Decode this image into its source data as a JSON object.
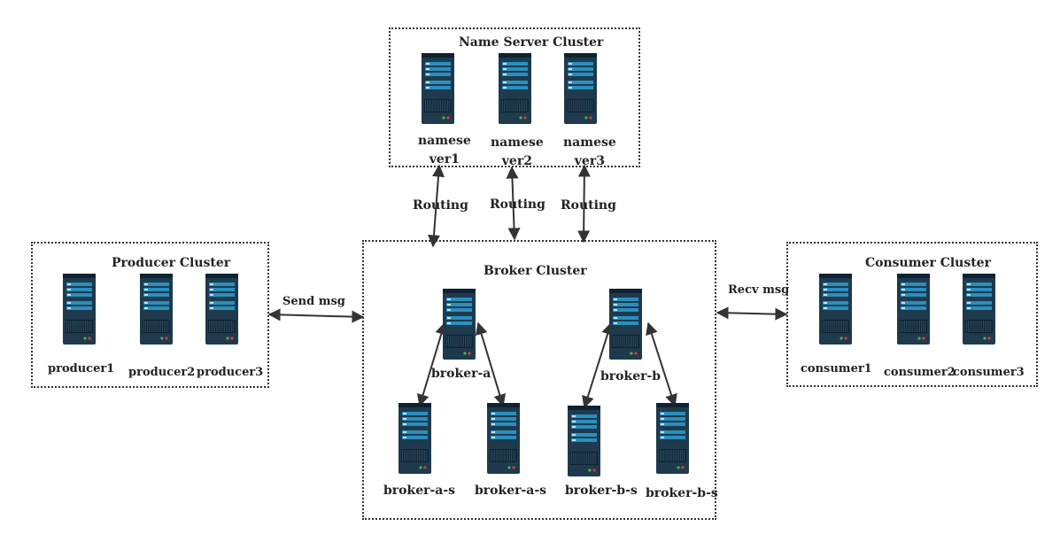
{
  "colors": {
    "server_body": "#1e3a4c",
    "server_dark": "#0f2230",
    "server_bar": "#2a8fbf",
    "line": "#333333",
    "led_green": "#4caf50",
    "led_red": "#e53935"
  },
  "icons": {
    "server": "server-icon"
  },
  "name_server_cluster": {
    "title": "Name Server Cluster",
    "nodes": [
      {
        "line1": "namese",
        "line2": "ver1"
      },
      {
        "line1": "namese",
        "line2": "ver2"
      },
      {
        "line1": "namese",
        "line2": "ver3"
      }
    ]
  },
  "producer_cluster": {
    "title": "Producer Cluster",
    "nodes": [
      "producer1",
      "producer2",
      "producer3"
    ]
  },
  "broker_cluster": {
    "title": "Broker Cluster",
    "masters": [
      "broker-a",
      "broker-b"
    ],
    "slaves": [
      "broker-a-s",
      "broker-a-s",
      "broker-b-s",
      "broker-b-s"
    ]
  },
  "consumer_cluster": {
    "title": "Consumer Cluster",
    "nodes": [
      "consumer1",
      "consumer2",
      "consumer3"
    ]
  },
  "edges": {
    "routing": "Routing",
    "send": "Send msg",
    "recv": "Recv msg"
  }
}
